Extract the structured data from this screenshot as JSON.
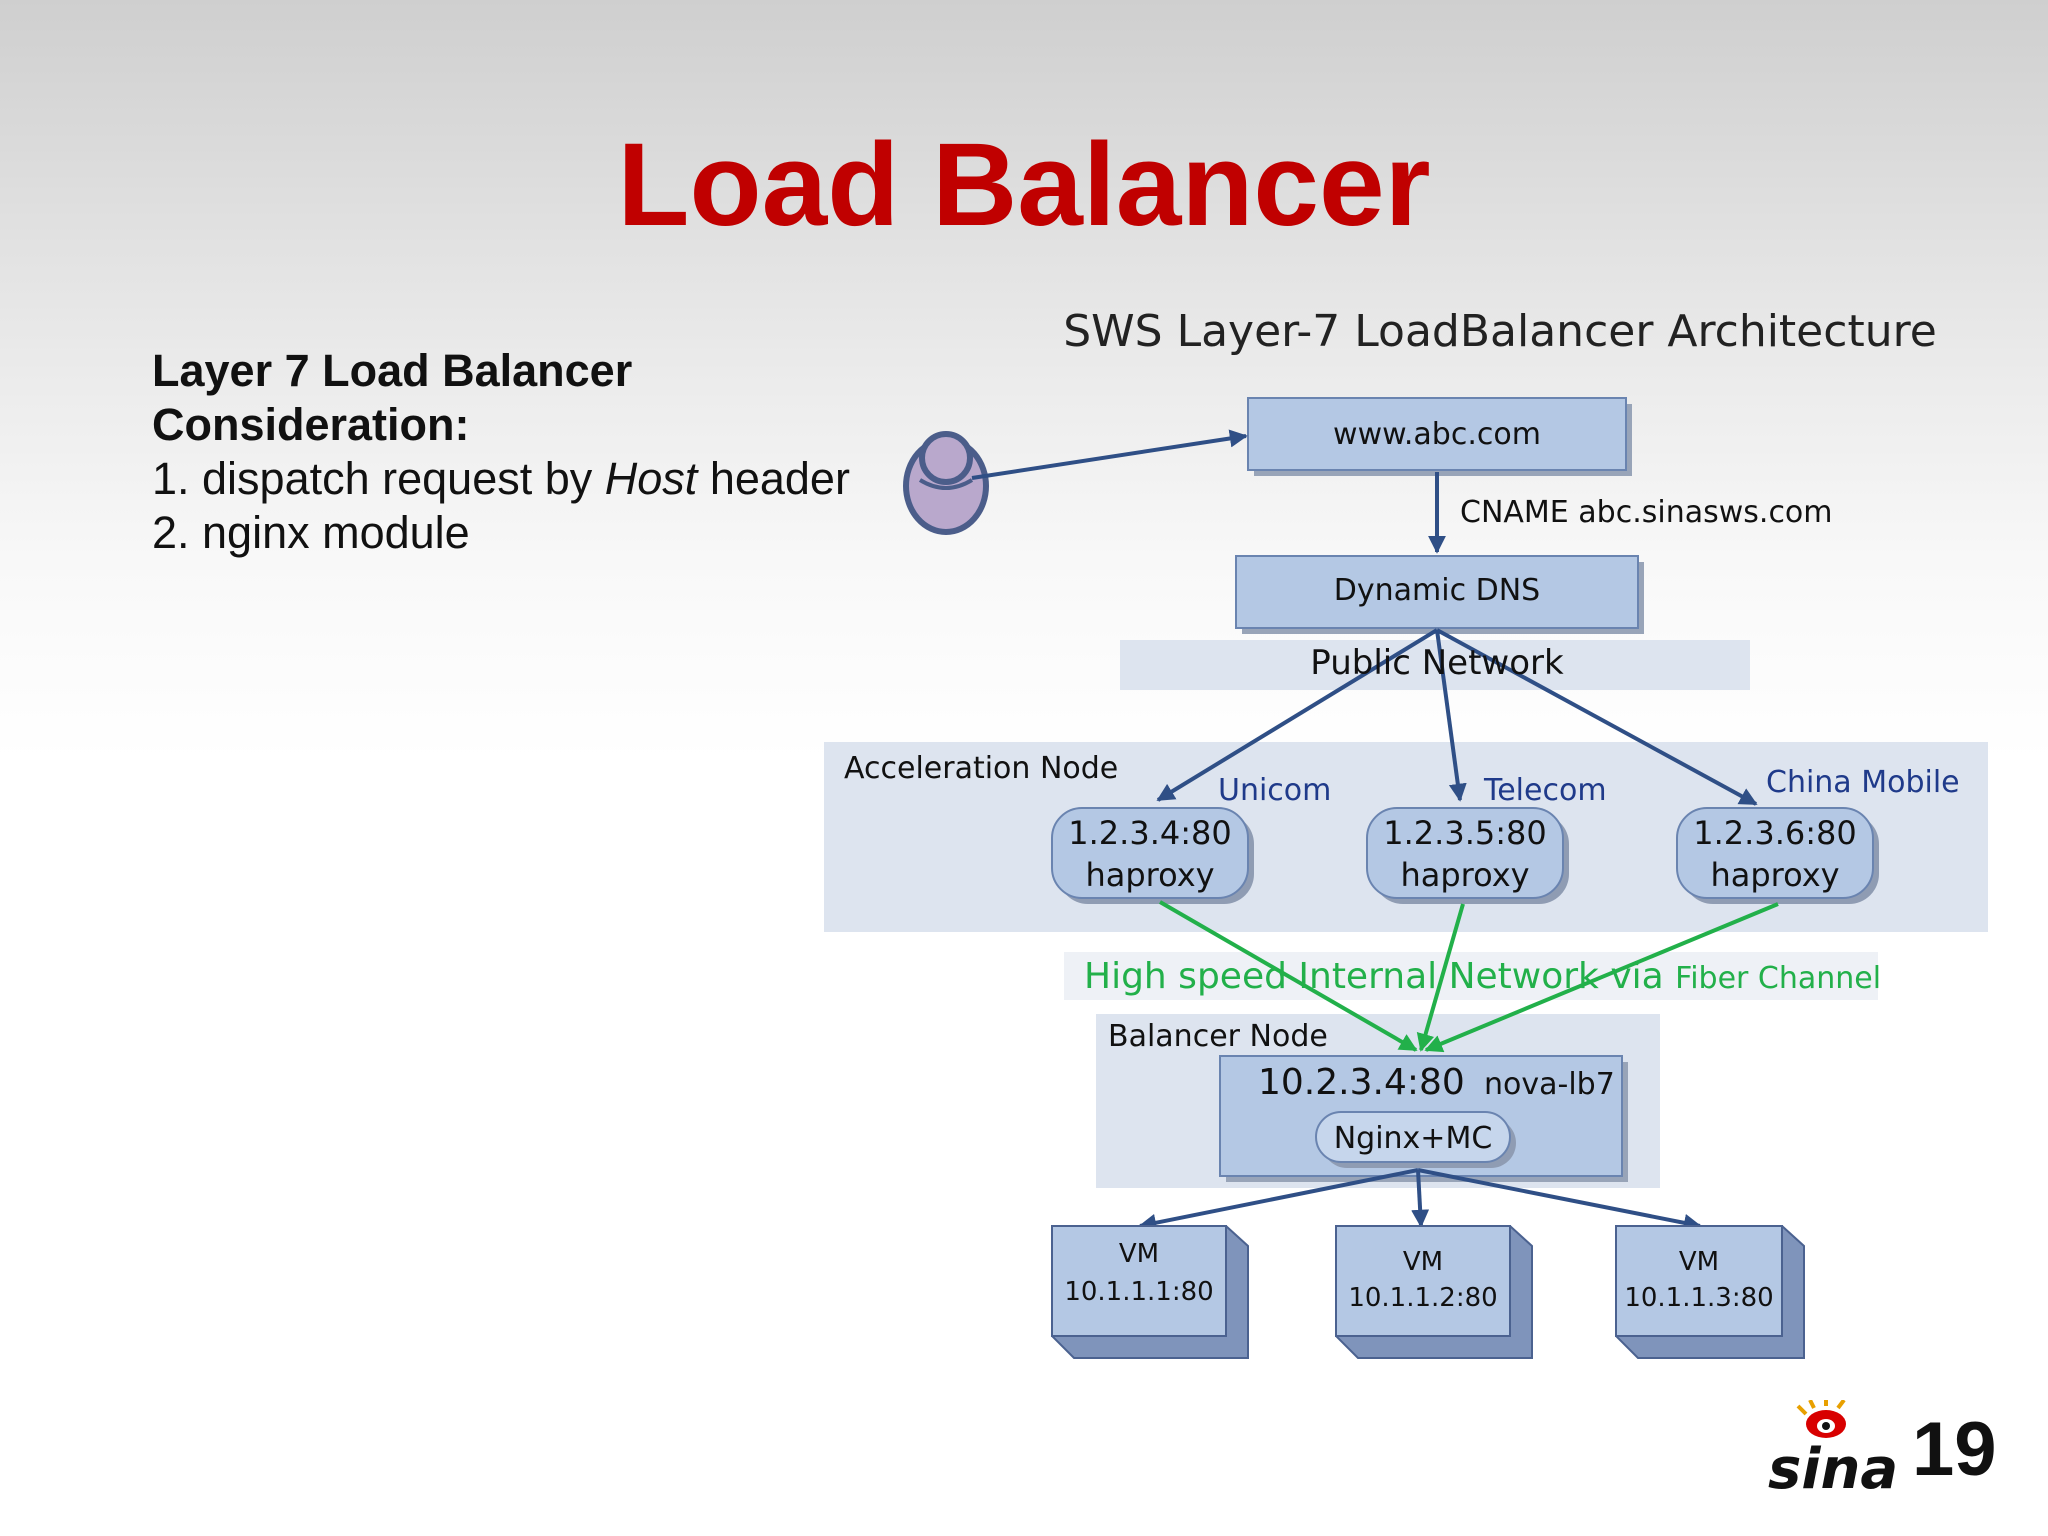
{
  "slide": {
    "title": "Load Balancer",
    "page_number": "19",
    "logo_text": "sina"
  },
  "left_text": {
    "heading_line1": "Layer 7 Load Balancer",
    "heading_line2": "Consideration:",
    "item1_prefix": "1. dispatch request by ",
    "item1_em": "Host",
    "item1_suffix": " header",
    "item2": "2. nginx module"
  },
  "diagram": {
    "title": "SWS Layer-7 LoadBalancer Architecture",
    "domain_box": "www.abc.com",
    "cname_label": "CNAME abc.sinasws.com",
    "dns_box": "Dynamic DNS",
    "public_network": "Public Network",
    "acceleration_node_label": "Acceleration Node",
    "isp_labels": [
      "Unicom",
      "Telecom",
      "China Mobile"
    ],
    "haproxy_nodes": [
      {
        "address": "1.2.3.4:80",
        "software": "haproxy"
      },
      {
        "address": "1.2.3.5:80",
        "software": "haproxy"
      },
      {
        "address": "1.2.3.6:80",
        "software": "haproxy"
      }
    ],
    "internal_network_main": "High speed Internal Network via ",
    "internal_network_suffix": "Fiber Channel",
    "balancer_node_label": "Balancer Node",
    "balancer_address": "10.2.3.4:80",
    "balancer_host": "nova-lb7",
    "balancer_software": "Nginx+MC",
    "vms": [
      {
        "label": "VM",
        "address": "10.1.1.1:80"
      },
      {
        "label": "VM",
        "address": "10.1.1.2:80"
      },
      {
        "label": "VM",
        "address": "10.1.1.3:80"
      }
    ],
    "colors": {
      "arrow_blue": "#2f4f86",
      "arrow_green": "#22b04a",
      "box_fill": "#b4c8e4",
      "box_stroke": "#6a84b0",
      "region_fill": "#dde4ef",
      "isp_text": "#1f3a8a",
      "green_text": "#22b04a",
      "title_red": "#c00000"
    }
  }
}
